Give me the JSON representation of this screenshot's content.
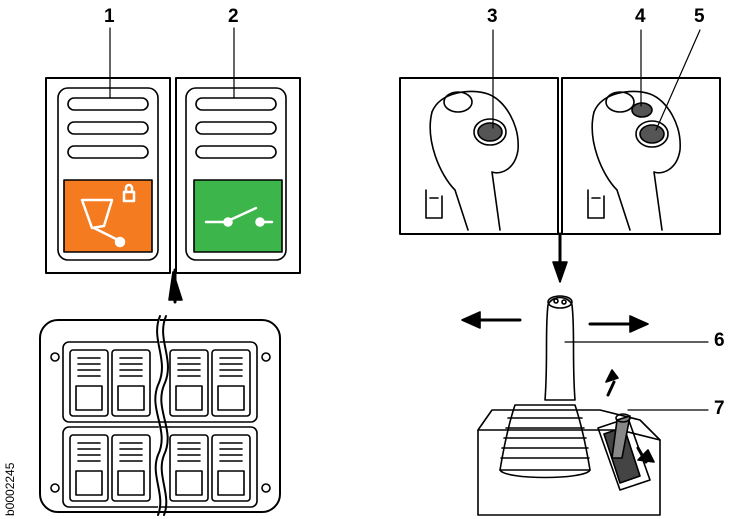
{
  "callouts": {
    "c1": "1",
    "c2": "2",
    "c3": "3",
    "c4": "4",
    "c5": "5",
    "c6": "6",
    "c7": "7"
  },
  "figure_ref": "b0002245",
  "colors": {
    "switch_orange": "#f47b20",
    "switch_green": "#3cb54a",
    "outline": "#000000",
    "panel_fill": "#ffffff"
  },
  "icons": {
    "switch_1": "tipper-lock-icon",
    "switch_2": "open-switch-icon"
  }
}
